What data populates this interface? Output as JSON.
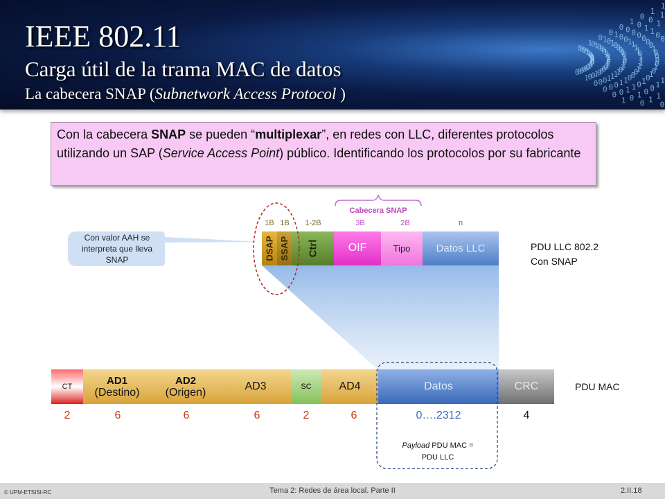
{
  "header": {
    "title": "IEEE 802.11",
    "subtitle": "Carga útil de la trama MAC de datos",
    "subtitle2_prefix": "La cabecera SNAP (",
    "subtitle2_italic": "Subnetwork Access Protocol",
    "subtitle2_suffix": " )"
  },
  "intro": {
    "t1": "Con la cabecera ",
    "b1": "SNAP",
    "t2": "  se pueden “",
    "b2": "multiplexar",
    "t3": "”, en redes con LLC, diferentes protocolos utilizando un SAP (",
    "i1": "Service Access Point",
    "t4": ") público. Identificando los protocolos por su fabricante"
  },
  "llc": {
    "brace_label": "Cabecera SNAP",
    "sizes": {
      "dsap": "1B",
      "ssap": "1B",
      "ctrl": "1-2B",
      "oif": "3B",
      "tipo": "2B",
      "datos": "n"
    },
    "fields": {
      "dsap": "DSAP",
      "ssap": "SSAP",
      "ctrl": "Ctrl",
      "oif": "OIF",
      "tipo": "Tipo",
      "datos": "Datos LLC"
    },
    "callout": "Con valor AAH se interpreta que lleva SNAP",
    "pdu_label_1": "PDU LLC 802.2",
    "pdu_label_2": "Con SNAP"
  },
  "mac": {
    "fields": {
      "ct": "CT",
      "ad1_line1": "AD1",
      "ad1_line2": "(Destino)",
      "ad2_line1": "AD2",
      "ad2_line2": "(Origen)",
      "ad3": "AD3",
      "sc": "SC",
      "ad4": "AD4",
      "datos": "Datos",
      "crc": "CRC"
    },
    "sizes": {
      "ct": "2",
      "ad1": "6",
      "ad2": "6",
      "ad3": "6",
      "sc": "2",
      "ad4": "6",
      "datos": "0….2312",
      "crc": "4"
    },
    "pdu_label": "PDU MAC",
    "payload_italic": "Payload",
    "payload_text1": " PDU MAC =",
    "payload_text2": "PDU LLC"
  },
  "footer": {
    "left": "© UPM-ETSISI-RC",
    "center": "Tema 2: Redes de área local. Parte II",
    "right": "2.II.18"
  },
  "colors": {
    "header_bg": "#0a1a44",
    "intro_bg": "#f7c9f4",
    "dsap": "#d49a1a",
    "ssap": "#b58c1e",
    "ctrl": "#6f9a3c",
    "oif": "#f050d8",
    "tipo": "#f59ae8",
    "datos_llc": "#6a93d4",
    "ct": "#e82a2a",
    "addr": "#e8c06a",
    "sc": "#a8d48a",
    "datos_mac": "#4e7ec8",
    "crc": "#8a8a8a",
    "callout": "#cfe0f5"
  }
}
